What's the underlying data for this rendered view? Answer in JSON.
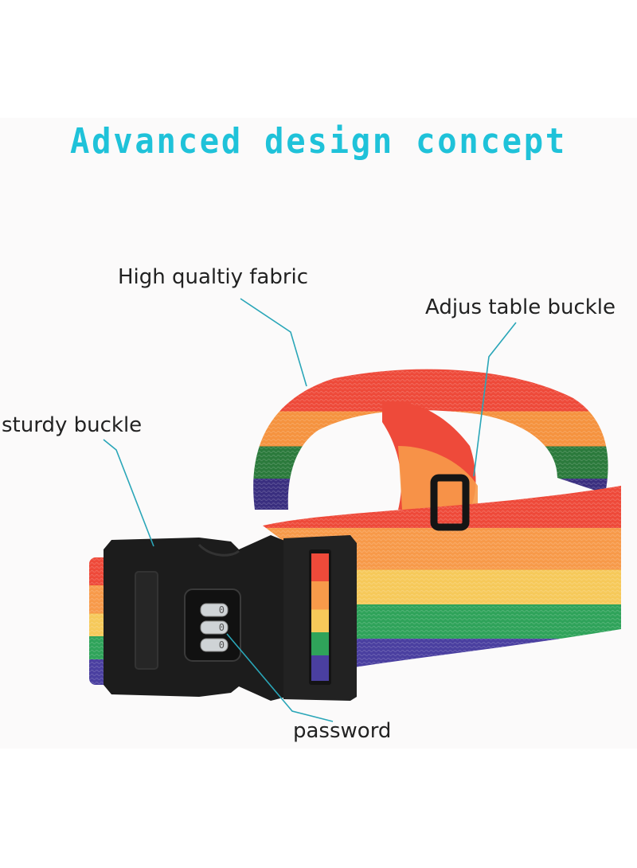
{
  "title": {
    "text": "Advanced design concept",
    "color": "#1fc2d9"
  },
  "callouts": [
    {
      "id": "fabric",
      "label": "High qualtiy fabric"
    },
    {
      "id": "adjustable",
      "label": "Adjus table buckle"
    },
    {
      "id": "sturdy",
      "label": "sturdy buckle"
    },
    {
      "id": "password",
      "label": "password"
    }
  ],
  "product": {
    "name": "rainbow luggage strap",
    "stripe_colors": [
      "#ee4a3a",
      "#f79a4a",
      "#f6c95a",
      "#2fa35a",
      "#4a3fa0"
    ],
    "buckle_color": "#1c1c1c",
    "lock_digits": [
      "0",
      "0",
      "0"
    ],
    "leader_line_color": "#2aa6b8"
  },
  "colors": {
    "panel_background": "#fbfafa",
    "label_text": "#222222"
  }
}
